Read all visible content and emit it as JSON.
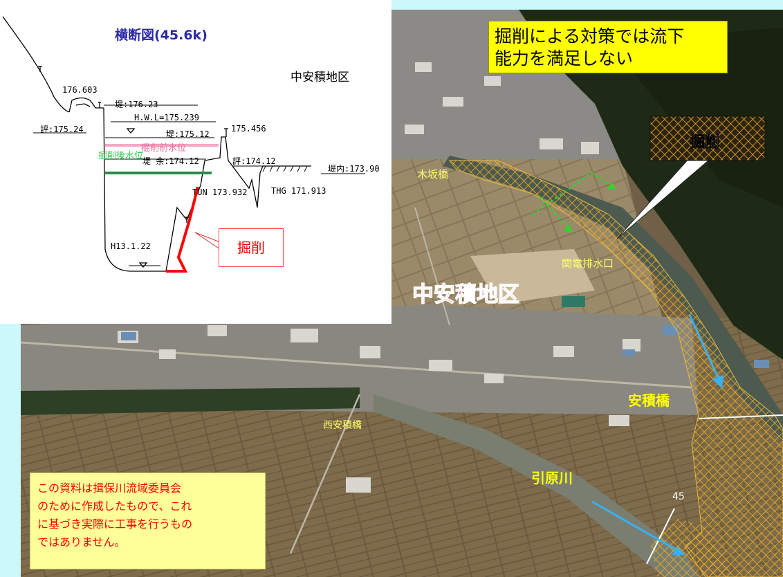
{
  "cross_section": {
    "title": "横断図(45.6k)",
    "district": "中安積地区",
    "elev_left_top": "176.603",
    "levee_left": "堤:176.23",
    "hwl": "H.W.L=175.239",
    "bank_left": "評:175.24",
    "levee_mid": "堤:175.12",
    "water_before": "掘削前水位",
    "water_after": "掘削後水位",
    "levee_margin": "堤 余:174.12",
    "elev_right_top": "175.456",
    "bank_right": "評:174.12",
    "inner_levee": "堤内:173.90",
    "tun": "TUN 173.932",
    "thg": "THG 171.913",
    "survey_date": "H13.1.22",
    "excavation_label": "掘削"
  },
  "photo": {
    "headline": [
      "掘削による対策では流下",
      "能力を満足しない"
    ],
    "excavation_label": "掘削",
    "bridge_kisaka": "木坂橋",
    "outlet": "関電排水口",
    "district": "中安積地区",
    "bridge_yasumi": "安積橋",
    "bridge_nishiyasumi": "西安積橋",
    "river": "引原川",
    "km_marker": "45"
  },
  "disclaimer": [
    "この資料は揖保川流域委員会",
    "のために作成したもので、これ",
    "に基づき実際に工事を行うもの",
    "ではありません。"
  ],
  "colors": {
    "background": "#ccf7fb",
    "title_blue": "#2a2aa8",
    "excavation_red": "#ff0000",
    "headline_yellow": "#ffff00",
    "hatch_orange": "#f0b020",
    "flow_arrow": "#3ab0f0",
    "flow_green": "#22dd22"
  }
}
